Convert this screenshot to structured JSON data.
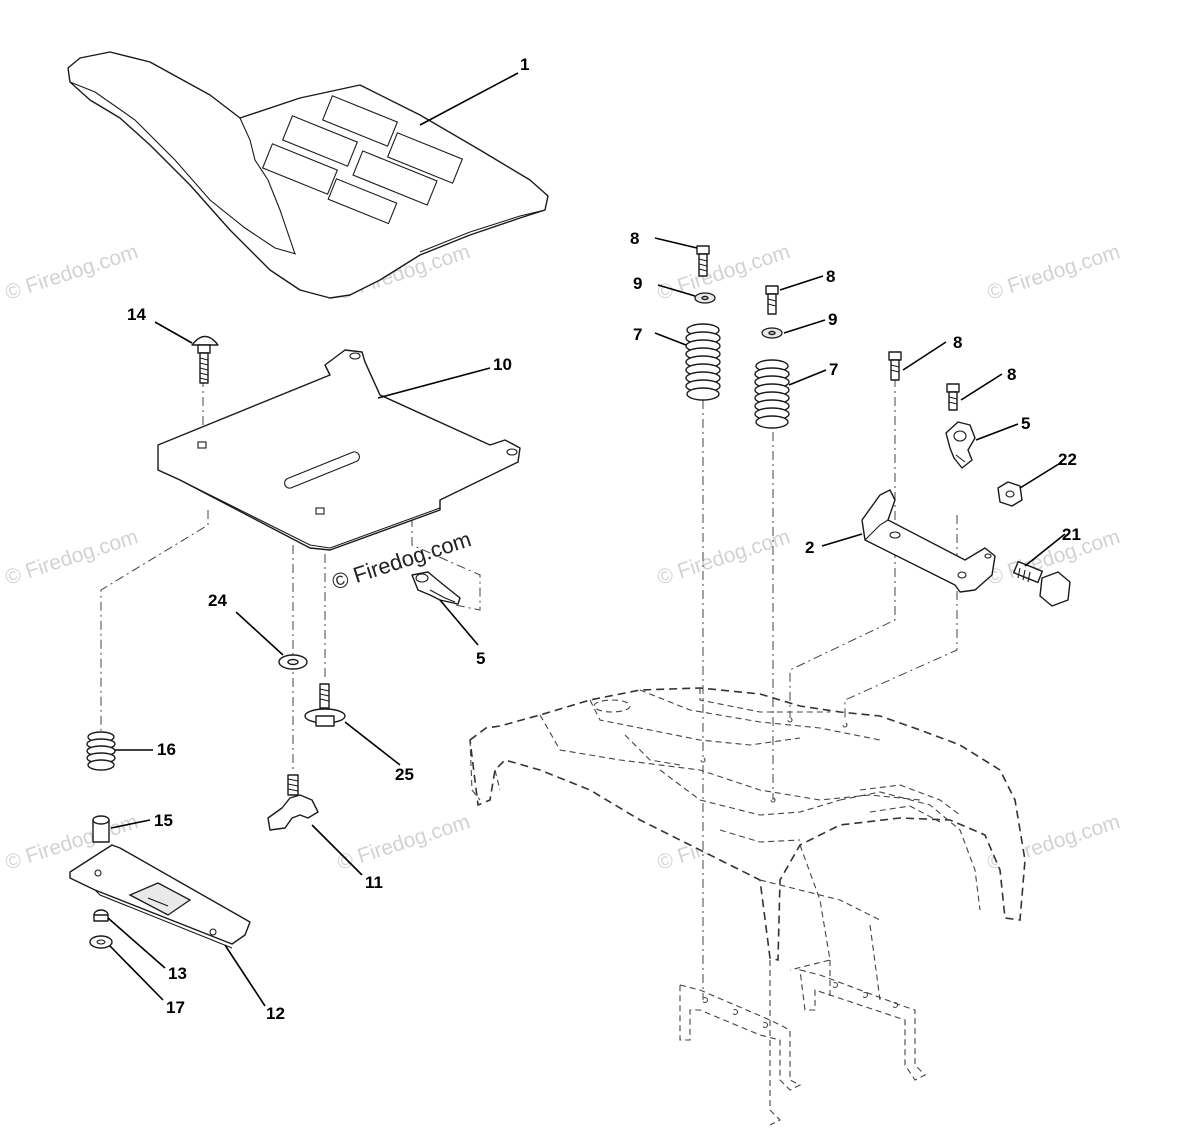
{
  "watermark": {
    "text": "© Firedog.com"
  },
  "callouts": {
    "c1": "1",
    "c14": "14",
    "c10": "10",
    "c5a": "5",
    "c24": "24",
    "c25": "25",
    "c16": "16",
    "c15": "15",
    "c11": "11",
    "c13": "13",
    "c17": "17",
    "c12": "12",
    "c8a": "8",
    "c9a": "9",
    "c7a": "7",
    "c8b": "8",
    "c9b": "9",
    "c7b": "7",
    "c8c": "8",
    "c8d": "8",
    "c5b": "5",
    "c22": "22",
    "c2": "2",
    "c21": "21"
  }
}
